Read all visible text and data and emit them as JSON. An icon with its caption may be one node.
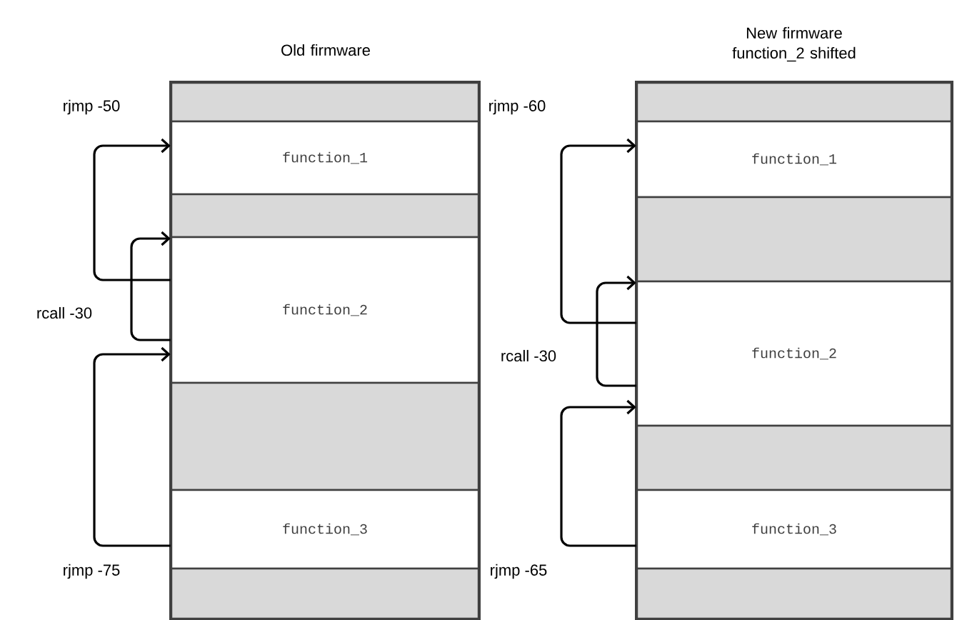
{
  "diagram": {
    "nodes": [
      {
        "text": [
          "Old firmware"
        ]
      },
      {
        "text": [],
        "shape": "box",
        "in": 0
      },
      {
        "text": [
          "function_1"
        ],
        "in": 0
      },
      {
        "text": [],
        "shape": "box",
        "in": 0
      },
      {
        "text": [
          "function_2"
        ],
        "in": 0
      },
      {
        "text": [],
        "shape": "box",
        "in": 0
      },
      {
        "text": [
          "function_3"
        ],
        "in": 0
      },
      {
        "text": [],
        "shape": "box",
        "in": 0
      },
      {
        "text": [
          "New firmware function_2 shifted"
        ]
      },
      {
        "text": [],
        "shape": "box",
        "in": 8
      },
      {
        "text": [
          "function_1"
        ],
        "in": 8
      },
      {
        "text": [],
        "shape": "box",
        "in": 8
      },
      {
        "text": [
          "function_2"
        ],
        "in": 8
      },
      {
        "text": [],
        "shape": "box",
        "in": 8
      },
      {
        "text": [
          "function_3"
        ],
        "in": 8
      },
      {
        "text": [],
        "shape": "box",
        "in": 8
      }
    ],
    "edges": [
      {
        "from": 4,
        "to": 2,
        "arrow": "to",
        "label": "rjmp -50"
      },
      {
        "from": 4,
        "to": 4,
        "arrow": "to",
        "label": "rcall -30"
      },
      {
        "from": 6,
        "to": 4,
        "arrow": "to",
        "label": "rjmp -75"
      },
      {
        "from": 12,
        "to": 10,
        "arrow": "to",
        "label": "rjmp -60"
      },
      {
        "from": 12,
        "to": 12,
        "arrow": "to",
        "label": "rcall -30"
      },
      {
        "from": 14,
        "to": 12,
        "arrow": "to",
        "label": "rjmp -65"
      }
    ]
  }
}
